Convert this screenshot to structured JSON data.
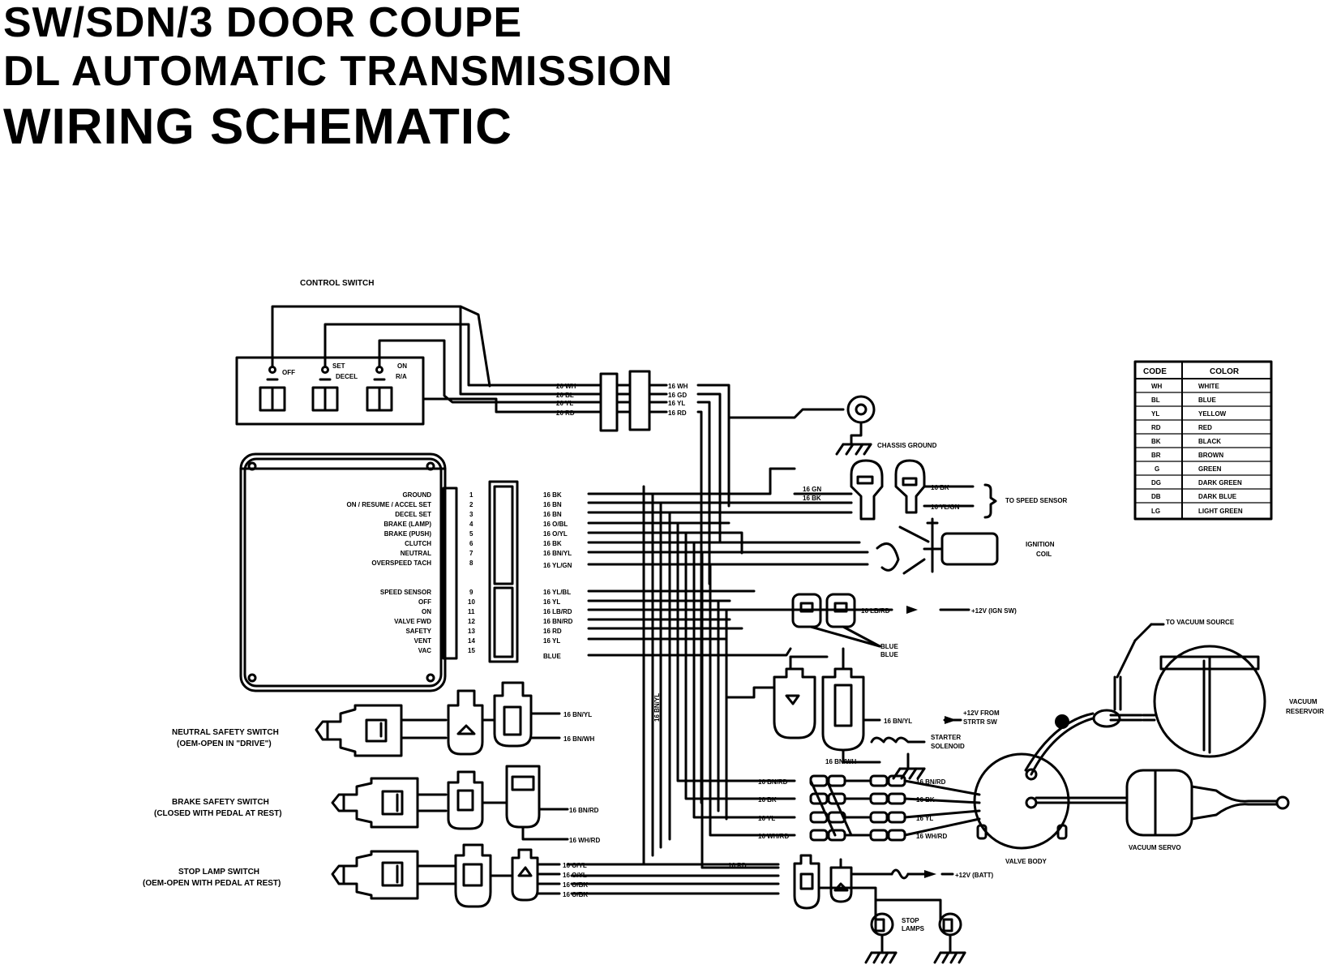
{
  "title": {
    "line1": "SW/SDN/3 DOOR COUPE",
    "line2": "DL AUTOMATIC TRANSMISSION",
    "line3": "WIRING SCHEMATIC"
  },
  "control_switch": {
    "label": "CONTROL SWITCH",
    "positions": [
      "OFF",
      "SET",
      "DECEL",
      "ON",
      "R/A"
    ]
  },
  "control_wires": {
    "left": [
      "20 WH",
      "20 BL",
      "20 YL",
      "20 RD"
    ],
    "right": [
      "16 WH",
      "16 GD",
      "16 YL",
      "16 RD"
    ]
  },
  "chassis_ground": "CHASSIS GROUND",
  "module_pins": [
    "GROUND",
    "ON / RESUME / ACCEL SET",
    "DECEL SET",
    "BRAKE (LAMP)",
    "BRAKE (PUSH)",
    "CLUTCH",
    "NEUTRAL",
    "OVERSPEED TACH",
    "SPEED SENSOR",
    "OFF",
    "ON",
    "VALVE FWD",
    "SAFETY",
    "VENT",
    "VAC"
  ],
  "pin_numbers": [
    "1",
    "2",
    "3",
    "4",
    "5",
    "6",
    "7",
    "8",
    "9",
    "10",
    "11",
    "12",
    "13",
    "14",
    "15"
  ],
  "module_wires": [
    "16 BK",
    "16 BN",
    "16 BN",
    "16 O/BL",
    "16 O/YL",
    "16 BK",
    "16 BN/YL",
    "16 YL/GN",
    "16 YL/BL",
    "16 YL",
    "16 LB/RD",
    "16 BN/RD",
    "16 RD",
    "16 YL",
    "BLUE"
  ],
  "speed_sensor": {
    "wires_left": [
      "16 GN",
      "16 BK"
    ],
    "wires_right": [
      "16 BK",
      "16 YL/GN"
    ],
    "label": "TO SPEED SENSOR"
  },
  "ignition_coil": {
    "line1": "IGNITION",
    "line2": "COIL"
  },
  "power_ign": {
    "wire": "16 LB/RD",
    "label": "+12V (IGN SW)",
    "blue": "BLUE"
  },
  "starter": {
    "wire_from": "16 BN/YL",
    "from_label_1": "+12V FROM",
    "from_label_2": "STRTR SW",
    "solenoid_1": "STARTER",
    "solenoid_2": "SOLENOID",
    "wire_below": "16 BN/WH",
    "vertical_wire": "16 BN/YL"
  },
  "neutral_switch": {
    "line1": "NEUTRAL SAFETY SWITCH",
    "line2": "(OEM-OPEN IN \"DRIVE\")",
    "wires": [
      "16 BN/YL",
      "16 BN/WH"
    ]
  },
  "brake_switch": {
    "line1": "BRAKE SAFETY SWITCH",
    "line2": "(CLOSED WITH PEDAL AT REST)",
    "wires": [
      "16 BN/RD",
      "16 WH/RD"
    ]
  },
  "stop_lamp_switch": {
    "line1": "STOP LAMP SWITCH",
    "line2": "(OEM-OPEN WITH PEDAL AT REST)",
    "wires": [
      "16 O/YL",
      "16 O/YL",
      "16 O/BK",
      "16 O/BK"
    ]
  },
  "valve_wires_left": [
    "16 BN/RD",
    "16 BK",
    "16 YL",
    "16 WH/RD"
  ],
  "valve_wires_right": [
    "16 BN/RD",
    "16 BK",
    "16 YL",
    "16 WH/RD"
  ],
  "stop_lamps": {
    "wire": "16 RD",
    "batt": "+12V (BATT)",
    "line1": "STOP",
    "line2": "LAMPS"
  },
  "vacuum": {
    "source": "TO VACUUM SOURCE",
    "reservoir_1": "VACUUM",
    "reservoir_2": "RESERVOIR",
    "servo": "VACUUM SERVO",
    "valve_body": "VALVE BODY"
  },
  "color_table": {
    "headers": [
      "CODE",
      "COLOR"
    ],
    "rows": [
      [
        "WH",
        "WHITE"
      ],
      [
        "BL",
        "BLUE"
      ],
      [
        "YL",
        "YELLOW"
      ],
      [
        "RD",
        "RED"
      ],
      [
        "BK",
        "BLACK"
      ],
      [
        "BR",
        "BROWN"
      ],
      [
        "G",
        "GREEN"
      ],
      [
        "DG",
        "DARK GREEN"
      ],
      [
        "DB",
        "DARK BLUE"
      ],
      [
        "LG",
        "LIGHT GREEN"
      ]
    ]
  }
}
